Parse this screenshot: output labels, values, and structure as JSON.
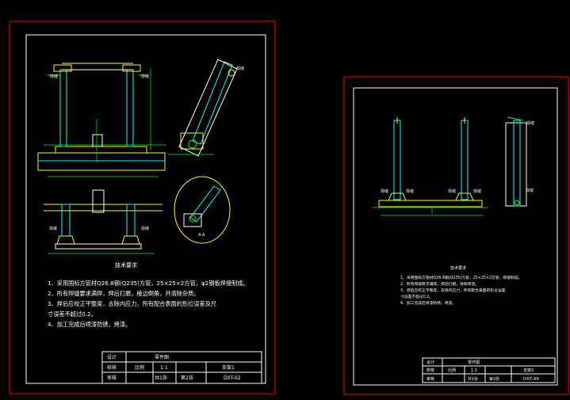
{
  "sheet1": {
    "notes_title": "技术要求",
    "notes": [
      "1、采用国标方管材Q26.8钢(Q235)方管，25×25×2方管，φ2钢板焊接制成。",
      "2、所有焊缝要求满焊，焊后打磨，棱边倒角，并清除杂质。",
      "3、焊后应校正平整度，去除内应力，所有配合表面的形位误差及尺",
      "寸误差不超过0.2。",
      "4、加工完成后喷漆防锈，烤漆。"
    ],
    "title_block": {
      "r1": [
        "设计",
        "零件图"
      ],
      "r2": [
        "校核",
        "比例",
        "1:1",
        "支架1"
      ],
      "r3": [
        "审核",
        "共1张",
        "第2张",
        "DXT-02"
      ]
    },
    "labels": {
      "weld": "焊缝",
      "section": "A-A"
    }
  },
  "sheet2": {
    "notes_title": "技术要求",
    "notes": [
      "1、采用国标方管材Q26.8钢(Q235)方管，25×25×2方管，焊接制成。",
      "2、所有焊缝要求满焊，焊后打磨，清除焊渣。",
      "3、焊后应校正平整度，去除内应力，所有配合表面的形位误差",
      "寸误差不超过0.2。",
      "4、加工完成后喷漆防锈，烤漆。"
    ],
    "title_block": {
      "r1": [
        "设计",
        "零件图"
      ],
      "r2": [
        "校核",
        "比例",
        "1:1",
        "支架2"
      ],
      "r3": [
        "审核",
        "共1张",
        "第2张",
        "DXT-49"
      ]
    },
    "labels": {
      "weld": "焊缝"
    }
  }
}
